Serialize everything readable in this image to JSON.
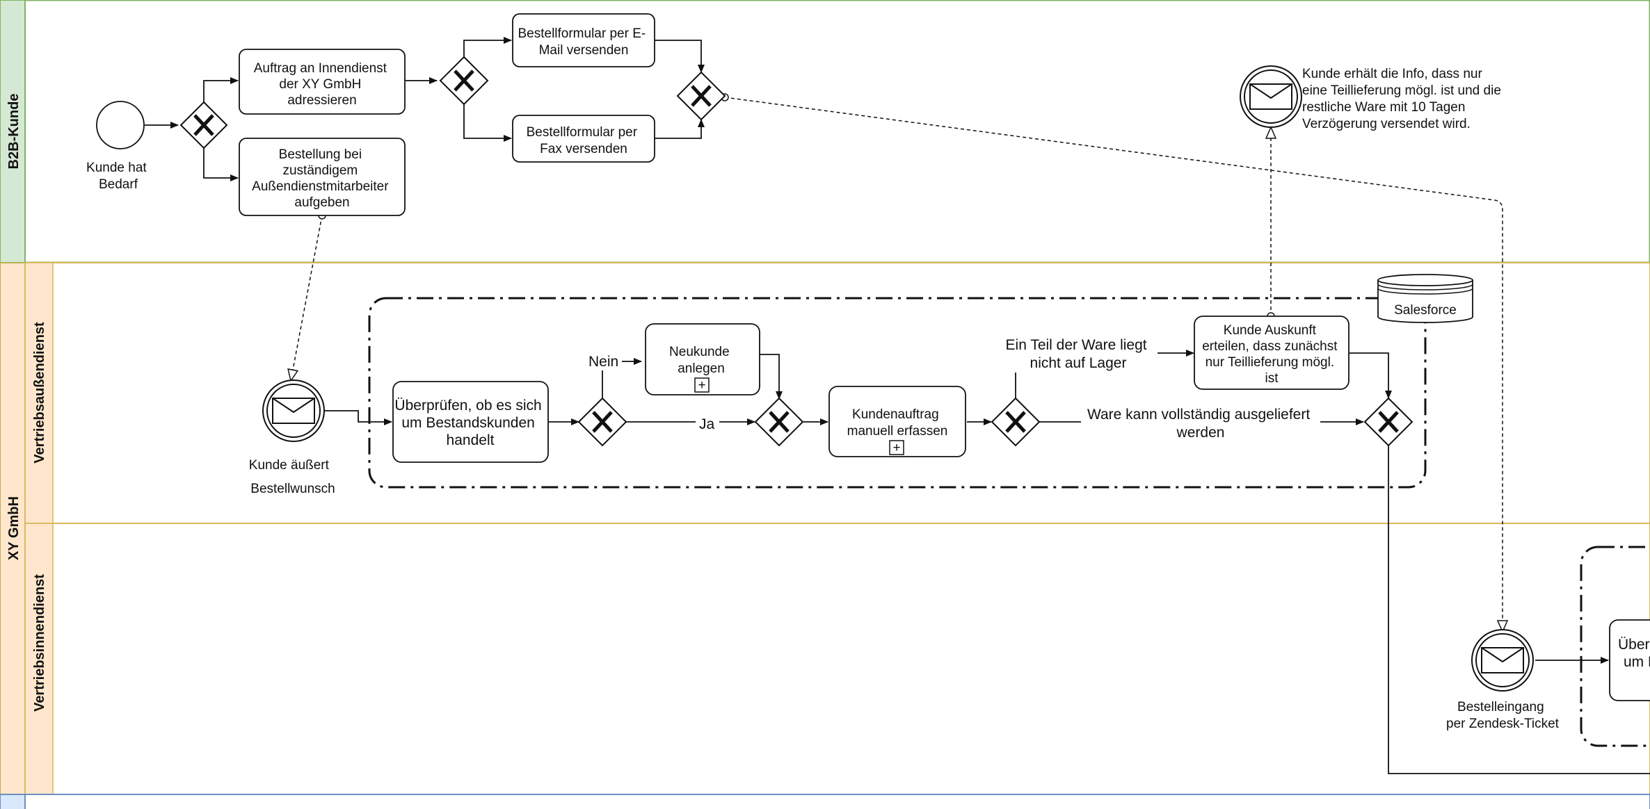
{
  "colors": {
    "b2b_header": "#d5e8d4",
    "b2b_border": "#82b366",
    "xy_header": "#ffe6cc",
    "xy_border_outer": "#b3b34d",
    "xy_border_inner": "#d6b656",
    "bottom_pool": "#dae8fc",
    "bottom_border": "#6c8ebf",
    "stroke": "#111111"
  },
  "lanes": {
    "b2b": "B2B-Kunde",
    "xy": "XY GmbH",
    "aussen": "Vertriebsaußendienst",
    "innen": "Vertriebsinnendienst"
  },
  "events": {
    "start": [
      "Kunde hat",
      "Bedarf"
    ],
    "customer_msg": [
      "Kunde erhält die Info, dass nur",
      "eine Teillieferung mögl. ist und die",
      "restliche Ware mit 10 Tagen",
      "Verzögerung versendet wird."
    ],
    "order_wish": [
      "Kunde äußert",
      "Bestellwunsch"
    ],
    "zendesk": [
      "Bestelleingang",
      "per Zendesk-Ticket"
    ]
  },
  "tasks": {
    "innendienst": [
      "Auftrag an Innendienst",
      "der XY GmbH",
      "adressieren"
    ],
    "aussendienst": [
      "Bestellung bei",
      "zuständigem",
      "Außendienstmitarbeiter",
      "aufgeben"
    ],
    "email": [
      "Bestellformular per E-",
      "Mail versenden"
    ],
    "fax": [
      "Bestellformular per",
      "Fax versenden"
    ],
    "pruefen": [
      "Überprüfen, ob es sich",
      "um Bestandskunden",
      "handelt"
    ],
    "neukunde": [
      "Neukunde",
      "anlegen"
    ],
    "kundenauftrag": [
      "Kundenauftrag",
      "manuell erfassen"
    ],
    "auskunft": [
      "Kunde Auskunft",
      "erteilen, dass zunächst",
      "nur Teillieferung mögl.",
      "ist"
    ],
    "pruefen_partial": [
      "Überp",
      "um B"
    ]
  },
  "flow_labels": {
    "nein": "Nein",
    "ja": "Ja",
    "teil": [
      "Ein Teil der Ware liegt",
      "nicht auf Lager"
    ],
    "voll": [
      "Ware kann vollständig ausgeliefert",
      "werden"
    ]
  },
  "datastore": "Salesforce",
  "marker_plus": "+",
  "icons": {
    "message": "envelope-icon",
    "gateway": "x-gateway-icon",
    "subprocess": "plus-box-icon",
    "datastore": "database-icon"
  }
}
